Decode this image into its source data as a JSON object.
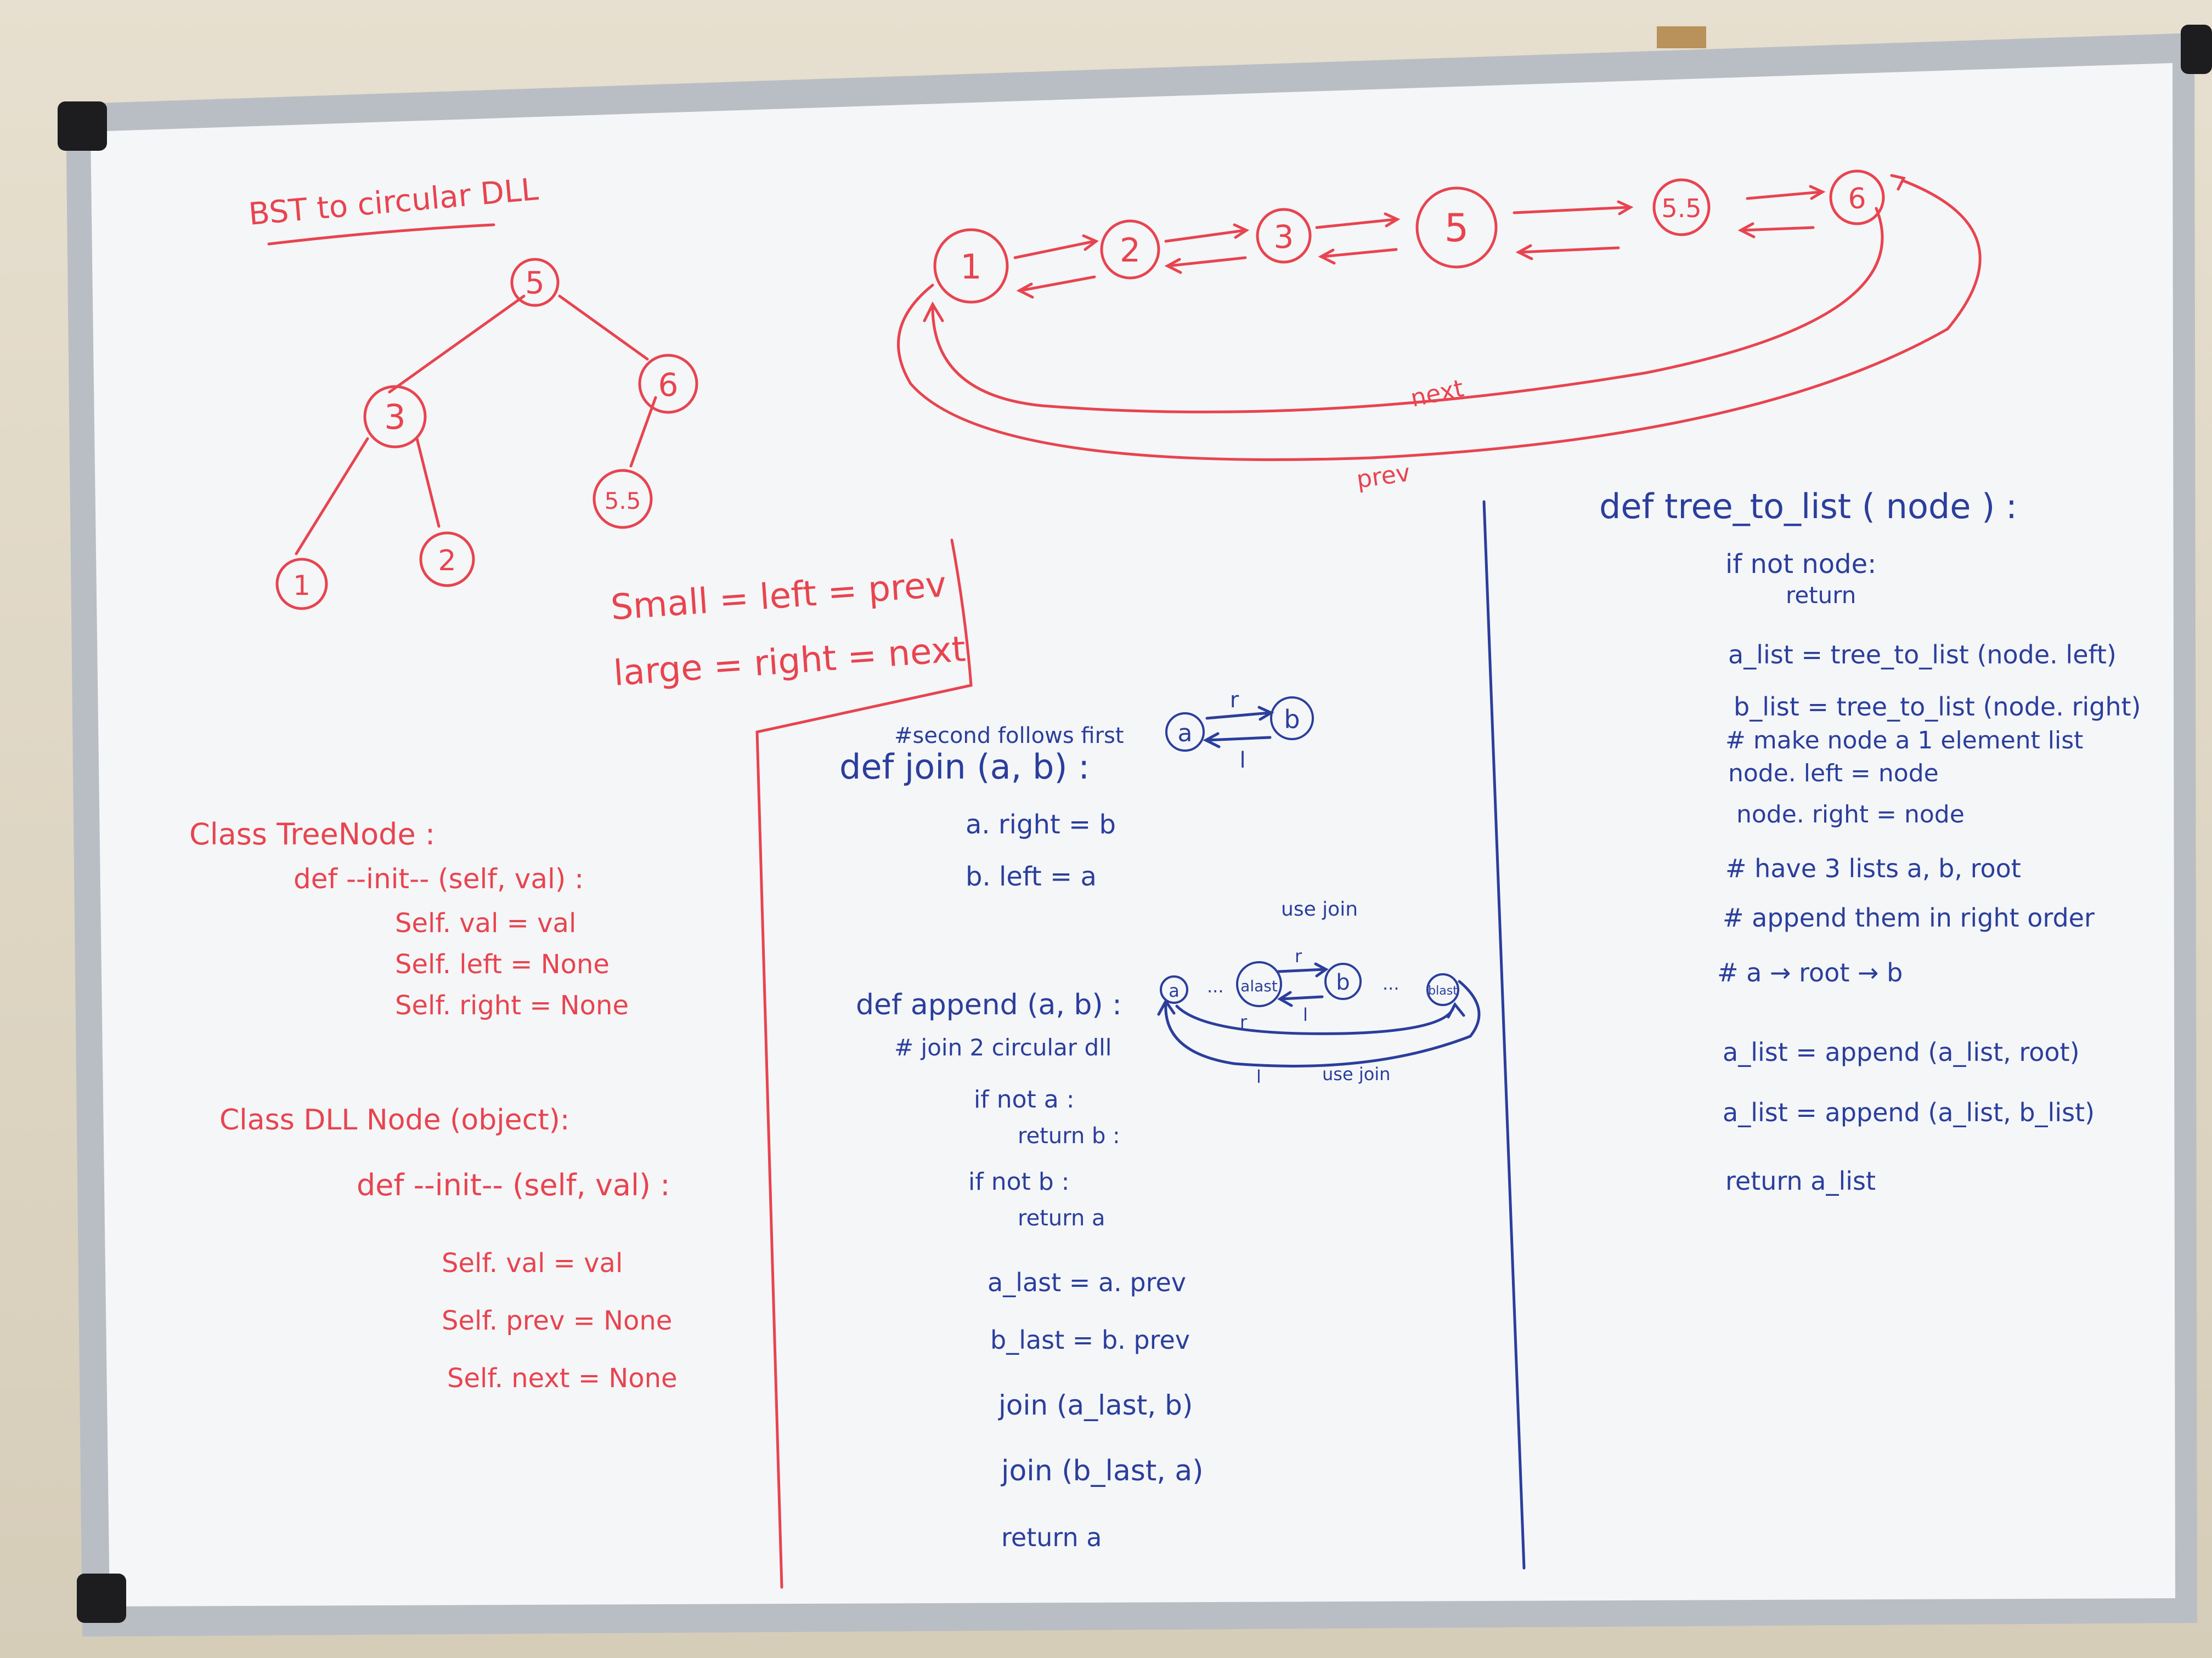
{
  "header": {
    "title": "BST to circular DLL"
  },
  "tree": {
    "root": "5",
    "l1": "3",
    "r1": "6",
    "ll": "1",
    "lr": "2",
    "rl": "5.5"
  },
  "dll": {
    "nodes": [
      "1",
      "2",
      "3",
      "5",
      "5.5",
      "6"
    ],
    "next_label": "next",
    "prev_label": "prev"
  },
  "rules": {
    "line1": "Small = left = prev",
    "line2": "large = right = next"
  },
  "class_treenode": {
    "header": "Class TreeNode :",
    "init": "def --init-- (self, val) :",
    "l1": "Self. val = val",
    "l2": "Self. left = None",
    "l3": "Self. right = None"
  },
  "class_dllnode": {
    "header": "Class DLL Node (object):",
    "init": "def --init-- (self, val) :",
    "l1": "Self. val = val",
    "l2": "Self. prev = None",
    "l3": "Self. next = None"
  },
  "join_fn": {
    "comment": "#second follows first",
    "header": "def join (a, b) :",
    "l1": "a. right = b",
    "l2": "b. left = a",
    "diag_a": "a",
    "diag_b": "b",
    "diag_r": "r",
    "diag_l": "l"
  },
  "append_fn": {
    "header": "def append (a, b) :",
    "comment": "# join 2 circular dll",
    "l1": "if not a :",
    "l2": "return b :",
    "l3": "if not b :",
    "l4": "return a",
    "l5": "a_last = a. prev",
    "l6": "b_last = b. prev",
    "l7": "join (a_last, b)",
    "l8": "join (b_last, a)",
    "l9": "return a",
    "diag_use_join_top": "use join",
    "diag_use_join_bottom": "use join",
    "diag_a": "a",
    "diag_alast": "alast",
    "diag_b": "b",
    "diag_blast": "blast",
    "diag_r": "r",
    "diag_l": "l",
    "diag_dots": "..."
  },
  "tree_to_list": {
    "header": "def tree_to_list ( node ) :",
    "l1": "if not node:",
    "l2": "return",
    "l3": "a_list = tree_to_list (node. left)",
    "l4": "b_list = tree_to_list (node. right)",
    "l5": "# make node a 1 element list",
    "l6": "node. left = node",
    "l7": "node. right = node",
    "l8": "# have 3 lists a, b, root",
    "l9": "# append them in right order",
    "l10": "# a → root → b",
    "l11": "a_list = append (a_list, root)",
    "l12": "a_list = append (a_list, b_list)",
    "l13": "return a_list"
  },
  "colors": {
    "red_marker": "#e8444f",
    "blue_marker": "#2b3e9c",
    "board": "#f4f6f8",
    "frame": "#b9bec4"
  }
}
